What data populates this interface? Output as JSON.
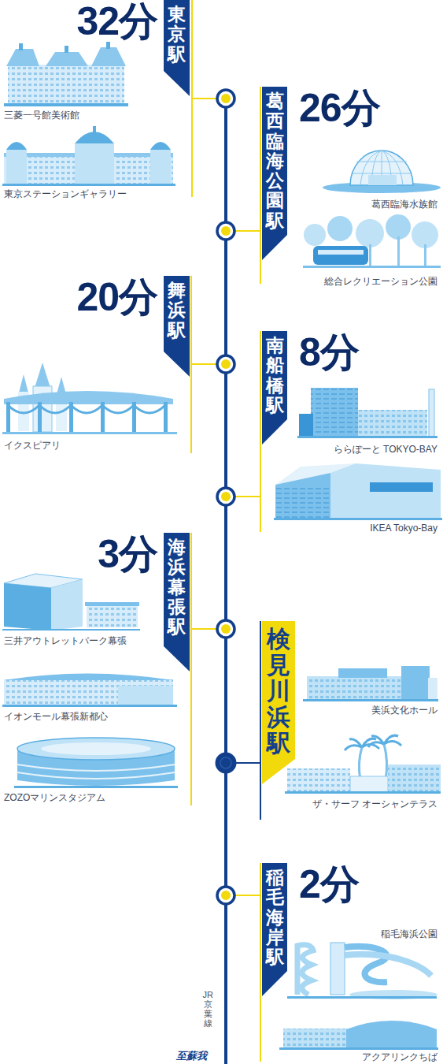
{
  "diagram": {
    "nodes": [
      {
        "text": [
          "東京駅",
          "32分"
        ]
      },
      {
        "text": [
          "葛西臨海公園駅",
          "26分"
        ]
      },
      {
        "text": [
          "舞浜駅",
          "20分"
        ]
      },
      {
        "text": [
          "南船橋駅",
          "8分"
        ]
      },
      {
        "text": [
          "海浜幕張駅",
          "3分"
        ]
      },
      {
        "text": [
          "検見川浜駅"
        ]
      },
      {
        "text": [
          "稲毛海岸駅",
          "2分"
        ]
      }
    ],
    "labels": [
      "三菱一号館美術館",
      "東京ステーションギャラリー",
      "葛西臨海水族館",
      "総合レクリエーション公園",
      "イクスピアリ",
      "ららぽーと TOKYO-BAY",
      "IKEA Tokyo-Bay",
      "三井アウトレットパーク幕張",
      "イオンモール幕張新都心",
      "ZOZOマリンスタジアム",
      "美浜文化ホール",
      "ザ・サーフ オーシャンテラス",
      "稲毛海浜公園",
      "アクアリンクちば",
      "JR京葉線",
      "至蘇我"
    ]
  }
}
